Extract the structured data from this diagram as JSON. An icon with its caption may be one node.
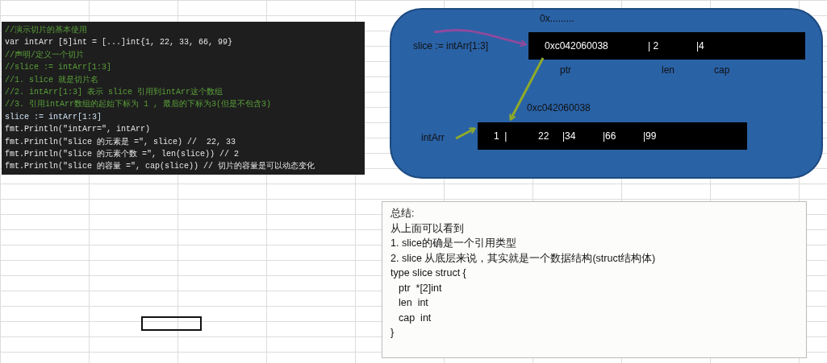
{
  "diagram": {
    "nodes": [
      {
        "text": [
          "//演示切片的基本使用",
          "var intArr [5]int = [...]int{1, 22, 33, 66, 99}",
          "//声明/定义一个切片",
          "//slice := intArr[1:3]",
          "//1. slice 就是切片名",
          "//2. intArr[1:3] 表示 slice 引用到intArr这个数组",
          "//3. 引用intArr数组的起始下标为 1 , 最后的下标为3(但是不包含3)",
          "slice := intArr[1:3]",
          "fmt.Println(\"intArr=\", intArr)",
          "fmt.Println(\"slice 的元素是 =\", slice) //  22, 33",
          "fmt.Println(\"slice 的元素个数 =\", len(slice)) // 2",
          "fmt.Println(\"slice 的容量 =\", cap(slice)) // 切片的容量是可以动态变化"
        ]
      },
      {
        "text": [],
        "shape": "box"
      },
      {
        "text": [
          "slice := intArr[1:3]"
        ],
        "in": 1
      },
      {
        "text": [
          "0xc042060038",
          "| 2",
          "|4"
        ],
        "beside": [
          "0x.........",
          "ptr",
          "len",
          "cap"
        ],
        "in": 1
      },
      {
        "text": [
          "intArr"
        ],
        "in": 1
      },
      {
        "text": [
          "1  |",
          "22",
          "|34",
          "|66",
          "|99"
        ],
        "beside": [
          "0xc042060038"
        ],
        "in": 1
      },
      {
        "text": [
          "总结:",
          "从上面可以看到",
          "1. slice的确是一个引用类型",
          "2. slice 从底层来说，其实就是一个数据结构(struct结构体)",
          "type slice struct {",
          "ptr  *[2]int",
          "len  int",
          "cap  int",
          "}"
        ]
      }
    ],
    "edges": [
      {
        "from": 2,
        "to": 3,
        "arrow": "to",
        "color": "#8e4a9c"
      },
      {
        "from": 3,
        "to": 5,
        "arrow": "to"
      },
      {
        "from": 4,
        "to": 5,
        "arrow": "to"
      }
    ]
  }
}
